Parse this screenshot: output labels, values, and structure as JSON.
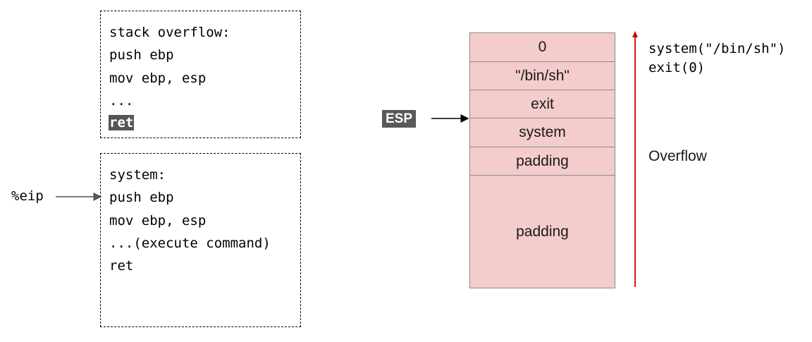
{
  "code_box_1": {
    "lines": [
      "stack overflow:",
      "push ebp",
      "mov ebp, esp",
      "...",
      "ret"
    ],
    "highlighted_line_index": 4
  },
  "code_box_2": {
    "lines": [
      "system:",
      "push ebp",
      "mov ebp, esp",
      "...(execute command)",
      "ret"
    ]
  },
  "eip_label": "%eip",
  "esp_label": "ESP",
  "stack": {
    "cells": [
      "0",
      "\"/bin/sh\"",
      "exit",
      "system",
      "padding",
      "padding"
    ],
    "fill_color": "#f4cccc",
    "border_color": "#8a8a8a"
  },
  "overflow_label": "Overflow",
  "overflow_arrow_color": "#cc0000",
  "payload_code": [
    "system(\"/bin/sh\")",
    "exit(0)"
  ]
}
